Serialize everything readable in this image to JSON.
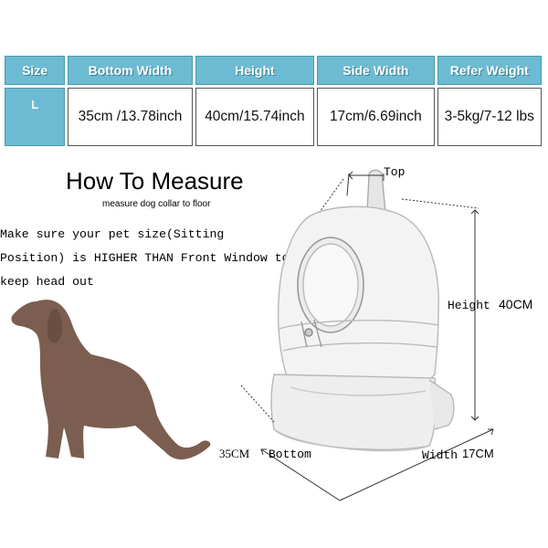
{
  "table": {
    "headers": [
      "Size",
      "Bottom Width",
      "Height",
      "Side Width",
      "Refer Weight"
    ],
    "row": [
      "L",
      "35cm /13.78inch",
      "40cm/15.74inch",
      "17cm/6.69inch",
      "3-5kg/7-12 lbs"
    ]
  },
  "measure": {
    "title": "How To Measure",
    "subtitle": "measure  dog collar to floor",
    "note": "Make sure your pet size(Sitting Position) is HIGHER THAN Front Window to keep head out"
  },
  "diagram": {
    "top": "Top",
    "height_label": "Height",
    "height_value": "40CM",
    "bottom_value": "35CM",
    "bottom_label": "Bottom",
    "width_label": "Width",
    "width_value": "17CM"
  },
  "colors": {
    "header_bg": "#6dbbd2",
    "dog": "#7b5e50"
  }
}
